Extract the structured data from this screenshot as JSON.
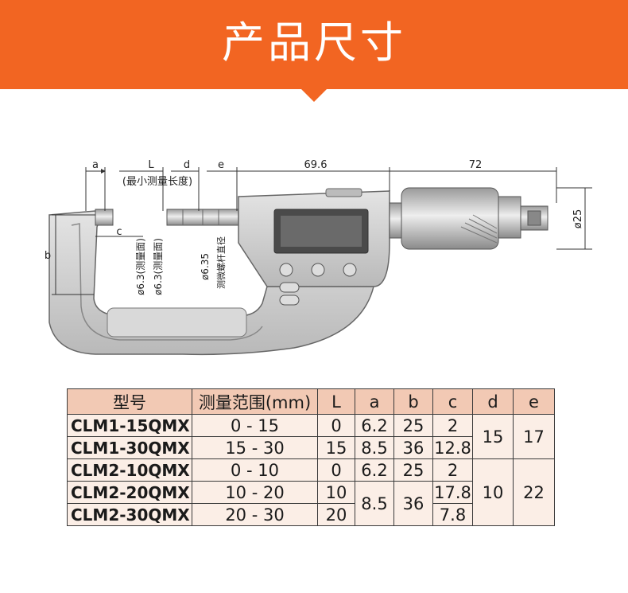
{
  "banner": {
    "title": "产品尺寸",
    "color": "#f26522"
  },
  "drawing": {
    "dim_a": "a",
    "dim_L": "L",
    "dim_d": "d",
    "dim_e": "e",
    "dim_length": "69.6",
    "dim_thimble": "72",
    "dim_diameter": "ø25",
    "dim_b": "b",
    "dim_c": "c",
    "note_max_length": "(最小测量长度)",
    "note_face1": "ø6.3(测量面)",
    "note_face2": "ø6.3(测量面)",
    "note_spindle": "ø6.35",
    "note_spindle_desc": "测微螺杆直径"
  },
  "table": {
    "headers": [
      "型号",
      "测量范围(mm)",
      "L",
      "a",
      "b",
      "c",
      "d",
      "e"
    ],
    "rows": {
      "r1": {
        "model": "CLM1-15QMX",
        "range": "0 - 15",
        "L": "0",
        "a": "6.2",
        "b": "25",
        "c": "2",
        "d": "15",
        "e": "17"
      },
      "r2": {
        "model": "CLM1-30QMX",
        "range": "15 - 30",
        "L": "15",
        "a": "8.5",
        "b": "36",
        "c": "12.8"
      },
      "r3": {
        "model": "CLM2-10QMX",
        "range": "0 - 10",
        "L": "0",
        "a": "6.2",
        "b": "25",
        "c": "2",
        "d": "10",
        "e": "22"
      },
      "r4": {
        "model": "CLM2-20QMX",
        "range": "10 - 20",
        "L": "10",
        "a": "8.5",
        "b": "36",
        "c": "17.8"
      },
      "r5": {
        "model": "CLM2-30QMX",
        "range": "20 - 30",
        "L": "20",
        "c": "7.8"
      }
    }
  }
}
